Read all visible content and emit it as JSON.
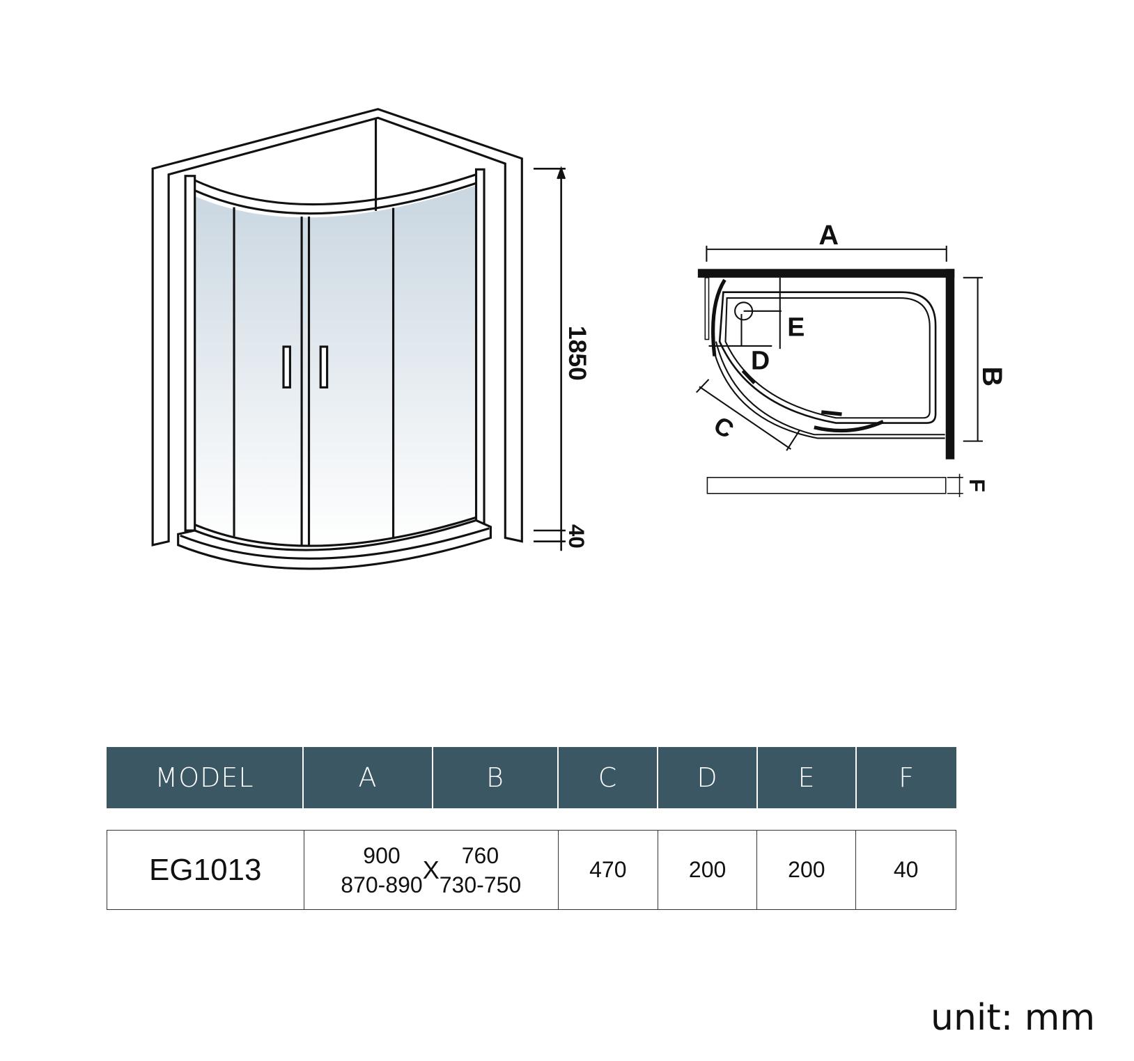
{
  "elevation": {
    "height_label": "1850",
    "tray_label": "40"
  },
  "plan": {
    "labels": {
      "a": "A",
      "b": "B",
      "c": "C",
      "d": "D",
      "e": "E",
      "f": "F"
    }
  },
  "table": {
    "headers": [
      "MODEL",
      "A",
      "B",
      "C",
      "D",
      "E",
      "F"
    ],
    "row": {
      "model": "EG1013",
      "a_nominal": "900",
      "a_range": "870-890",
      "times": "X",
      "b_nominal": "760",
      "b_range": "730-750",
      "c": "470",
      "d": "200",
      "e": "200",
      "f": "40"
    },
    "header_color": "#3a5763"
  },
  "unit": "unit: mm"
}
